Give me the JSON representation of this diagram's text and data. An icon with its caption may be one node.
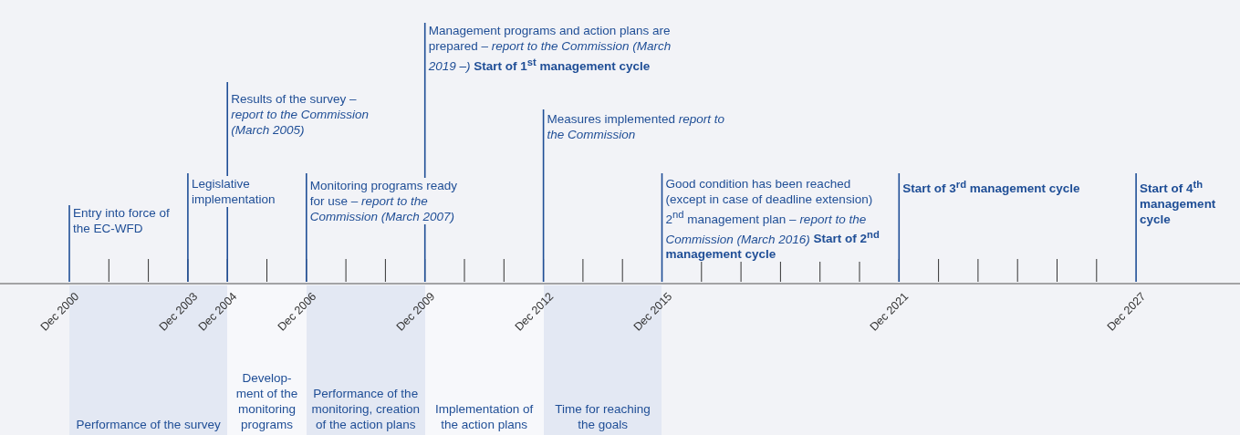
{
  "diagram": {
    "nodes": [
      {
        "text": [
          "Performance of the survey"
        ]
      },
      {
        "text": [
          "Develop-ment of the monitoring programs"
        ]
      },
      {
        "text": [
          "Performance of the monitoring, creation of the action plans"
        ]
      },
      {
        "text": [
          "Implementation of the action plans"
        ]
      },
      {
        "text": [
          "Time for reaching the goals"
        ]
      }
    ],
    "labels": [
      "Management programs and action plans are prepared – *report to the Commission (March 2019 –)* **Start of 1$^{st}$ management cycle**",
      "Results of the survey – *report to the Commission (March 2005)*",
      "Measures implemented *report to the Commission*",
      "Legislative implementation",
      "Monitoring programs ready for use – *report to the Commission (March 2007)*",
      "Good condition has been reached (except in case of deadline extension) 2$^{nd}$ management plan – *report to the Commission (March 2016)* **Start of 2$^{nd}$ management cycle**",
      "**Start of 3$^{rd}$ management cycle**",
      "**Start of 4$^{th}$ management cycle**",
      "Entry into force of the EC-WFD",
      "Dec 2000",
      "Dec 2003",
      "Dec 2004",
      "Dec 2006",
      "Dec 2009",
      "Dec 2012",
      "Dec 2015",
      "Dec 2021",
      "Dec 2027"
    ]
  }
}
